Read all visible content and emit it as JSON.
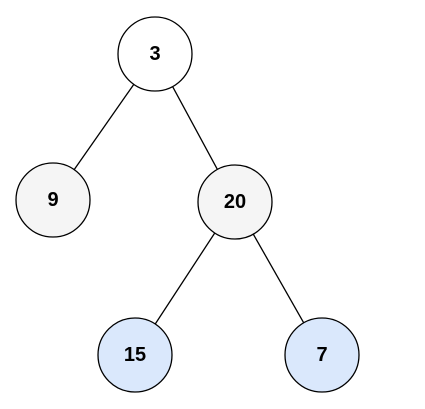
{
  "tree": {
    "nodes": [
      {
        "id": "n3",
        "label": "3",
        "fill": "#ffffff"
      },
      {
        "id": "n9",
        "label": "9",
        "fill": "#f5f5f5"
      },
      {
        "id": "n20",
        "label": "20",
        "fill": "#f5f5f5"
      },
      {
        "id": "n15",
        "label": "15",
        "fill": "#dae8fc"
      },
      {
        "id": "n7",
        "label": "7",
        "fill": "#dae8fc"
      }
    ],
    "edges": [
      {
        "from": "n3",
        "to": "n9"
      },
      {
        "from": "n3",
        "to": "n20"
      },
      {
        "from": "n20",
        "to": "n15"
      },
      {
        "from": "n20",
        "to": "n7"
      }
    ]
  }
}
